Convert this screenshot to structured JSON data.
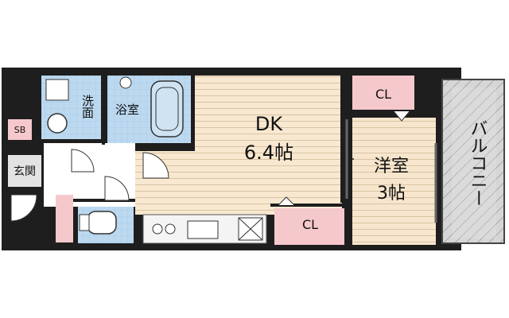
{
  "rooms": {
    "dk": {
      "name": "DK",
      "size": "6.4帖"
    },
    "western": {
      "name": "洋室",
      "size": "3帖"
    },
    "cl_top": "CL",
    "cl_bottom": "CL",
    "washroom": "洗面",
    "bath": "浴室",
    "sb": "SB",
    "entrance": "玄関",
    "balcony": "バルコニー"
  },
  "colors": {
    "wall": "#1e1e1e",
    "dk_floor": "#f8e8d0",
    "floor_stripe": "#d9c3a4",
    "western_floor": "#f7e6cd",
    "closet_pink": "#f5c8cc",
    "bath_tile": "#bcd9f0",
    "entrance_gray": "#e3e3e3",
    "balcony_gray": "#d2d2d2"
  }
}
